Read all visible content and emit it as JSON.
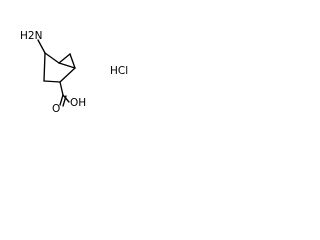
{
  "structure": {
    "amine_label": "H2N",
    "acid_label": "OH",
    "oxygen_label": "O",
    "salt_label": "HCl"
  },
  "colors": {
    "background": "#ffffff",
    "ink": "#000000"
  }
}
